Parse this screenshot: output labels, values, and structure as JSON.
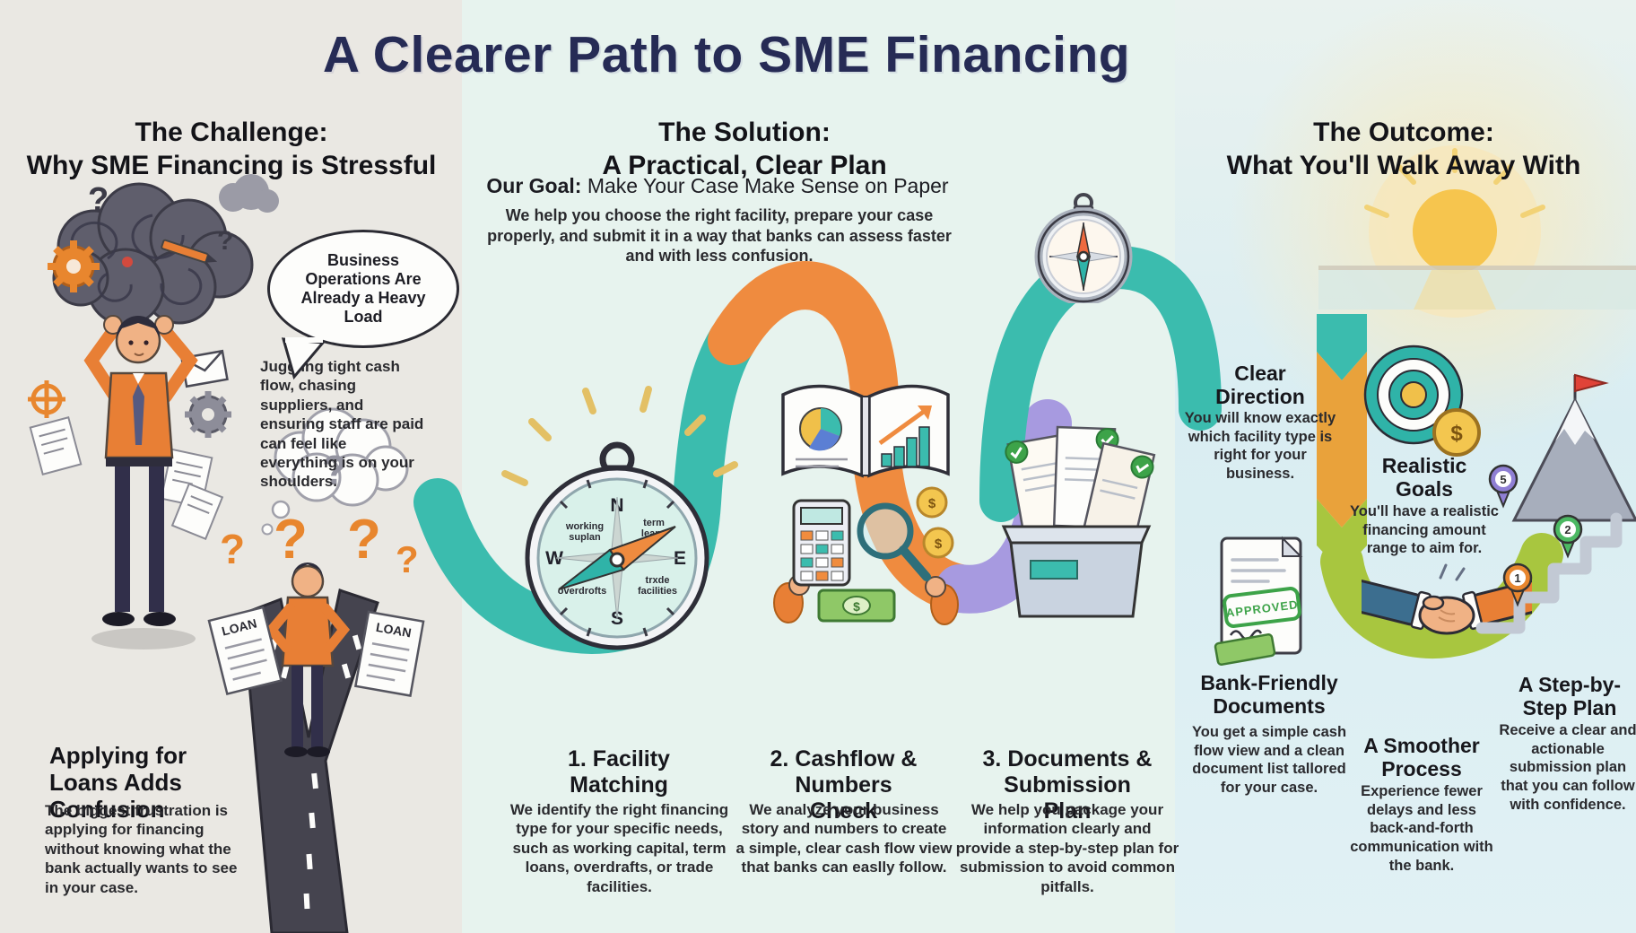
{
  "title": "A Clearer Path to SME Financing",
  "challenge": {
    "heading_line1": "The Challenge:",
    "heading_line2": "Why SME Financing is Stressful",
    "bubble_text": "Business Operations Are Already a Heavy Load",
    "body1": "Juggling tight cash flow, chasing suppliers, and ensuring staff are paid can feel like everything is on your shoulders.",
    "subheading": "Applying for Loans Adds Confusion",
    "body2": "The biggest frustration is applying for financing without knowing what the bank actually wants to see in your case.",
    "loan_label": "LOAN",
    "question_mark": "?"
  },
  "solution": {
    "heading_line1": "The Solution:",
    "heading_line2": "A Practical, Clear Plan",
    "goal_label": "Our Goal:",
    "goal_text": "Make Your Case Make Sense on Paper",
    "intro": "We help you choose the right facility, prepare your case properly, and submit it in a way that banks can assess faster and with less confusion.",
    "compass": {
      "north": "N",
      "east": "E",
      "south": "S",
      "west": "W",
      "label_nw1": "working",
      "label_nw2": "suplan",
      "label_ne1": "term",
      "label_ne2": "leans",
      "label_sw": "overdrofts",
      "label_se1": "trxde",
      "label_se2": "facilities"
    },
    "currency_symbol": "$",
    "steps": [
      {
        "title": "1. Facility Matching",
        "body": "We identify the right financing type for your specific needs, such as working capital, term loans, overdrafts, or trade facilities."
      },
      {
        "title": "2. Cashflow & Numbers Check",
        "body": "We analyze your business story and numbers to create a simple, clear cash flow view that banks can easlly follow."
      },
      {
        "title": "3. Documents & Submission Plan",
        "body": "We help you package your information clearly and provide a step-by-step plan for submission to avoid common pitfalls."
      }
    ]
  },
  "outcome": {
    "heading_line1": "The Outcome:",
    "heading_line2": "What You'll Walk Away With",
    "approved_stamp": "APPROVED",
    "pins": [
      "5",
      "2",
      "1"
    ],
    "items": [
      {
        "title": "Clear Direction",
        "body": "You will know exactly which facility type is right for your business."
      },
      {
        "title": "Realistic Goals",
        "body": "You'll have a realistic financing amount range to aim for."
      },
      {
        "title": "Bank-Friendly Documents",
        "body": "You get a simple cash flow view and a clean document list tallored for your case."
      },
      {
        "title": "A Smoother Process",
        "body": "Experience fewer delays and less back-and-forth communication with the bank."
      },
      {
        "title": "A Step-by-Step Plan",
        "body": "Receive a clear and actionable submission plan that you can follow with confidence."
      }
    ]
  },
  "icons": {
    "stress_cloud": "tangled-scribble-cloud-with-gears",
    "speech_bubble": "speech-bubble",
    "fork_road": "forked-road-with-question-marks",
    "loan_documents": "loan-papers",
    "compass": "compass-dial",
    "open_book": "open-book-with-charts",
    "calculator": "calculator-magnifier-money",
    "document_box": "box-of-checked-documents",
    "outcome_compass": "pocket-compass",
    "target": "bullseye-with-dollar-coin",
    "approved_document": "approved-stamped-document",
    "handshake": "handshake",
    "mountain": "mountain-flag-step-pins",
    "sun": "rising-sun-over-water"
  },
  "colors": {
    "title_navy": "#262b55",
    "teal": "#3bbcae",
    "orange": "#ef8b3f",
    "purple": "#a79ae0",
    "chevron_orange": "#e9a23b",
    "green": "#a8c63f",
    "stamp_green": "#3da349",
    "shirt_orange": "#e87f35",
    "left_bg": "#eae8e3",
    "mid_bg": "#e7f3ee",
    "right_bg": "#d9edf2"
  }
}
